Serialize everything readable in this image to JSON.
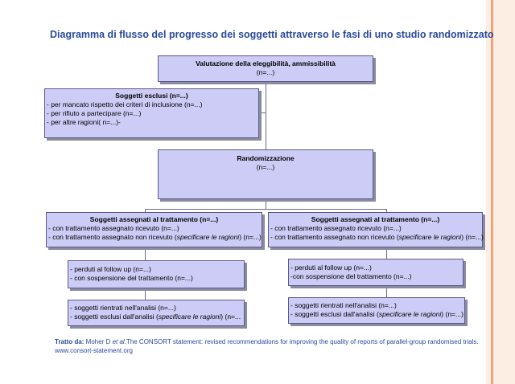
{
  "title": "Diagramma di flusso del progresso dei soggetti attraverso le fasi di uno studio randomizzato",
  "eligibility": {
    "heading": "Valutazione della eleggibilità, ammissibilità",
    "count": "(n=...)"
  },
  "excluded": {
    "heading": "Soggetti esclusi (n=...)",
    "items": [
      "- per mancato rispetto dei criteri di inclusione (n=...)",
      "- per rifiuto a partecipare (n=...)",
      "- per altre ragioni( n=...)-"
    ]
  },
  "randomization": {
    "heading": "Randomizzazione",
    "count": "(n=...)"
  },
  "left_arm": {
    "allocation": {
      "heading": "Soggetti assegnati al trattamento (n=...)",
      "line1": "- con trattamento assegnato ricevuto (n=...)",
      "line2_pre": "- con trattamento assegnato non ricevuto (",
      "line2_em": "specificare le ragioni",
      "line2_post": ") (n=...)"
    },
    "followup": [
      "- perduti al follow up (n=...)",
      "- con sospensione del trattamento (n=...)"
    ],
    "analysis": {
      "line1": "- soggetti rientrati nell'analisi (n=...)",
      "line2_pre": "- soggetti esclusi dall'analisi (",
      "line2_em": "specificare le ragioni",
      "line2_post": ") (n=..."
    }
  },
  "right_arm": {
    "allocation": {
      "heading": "Soggetti assegnati al trattamento (n=...)",
      "line1": "- con trattamento assegnato ricevuto (n=...)",
      "line2_pre": "- con trattamento assegnato non ricevuto (",
      "line2_em": "specificare le ragioni",
      "line2_post": ") (n=...)"
    },
    "followup": [
      "- perduti al follow up (n=...)",
      "-con  sospensione del trattamento (n=...)"
    ],
    "analysis": {
      "line1": "- soggetti rientrati nell'analisi (n=...)",
      "line2_pre": "- soggetti esclusi dall'analisi (",
      "line2_em": "specificare le ragioni",
      "line2_post": ") (n=...)"
    }
  },
  "citation": {
    "label": "Tratto da:",
    "authors_pre": " Moher D ",
    "authors_em": "et al",
    "text": ".The CONSORT statement: revised recommendations for improving the quality of reports of parallel-group randomised trials. www.consort-statement.org"
  },
  "colors": {
    "box_fill": "#ccccf6",
    "title": "#2a4a9a",
    "accent_stripe": "#f2a37c"
  }
}
